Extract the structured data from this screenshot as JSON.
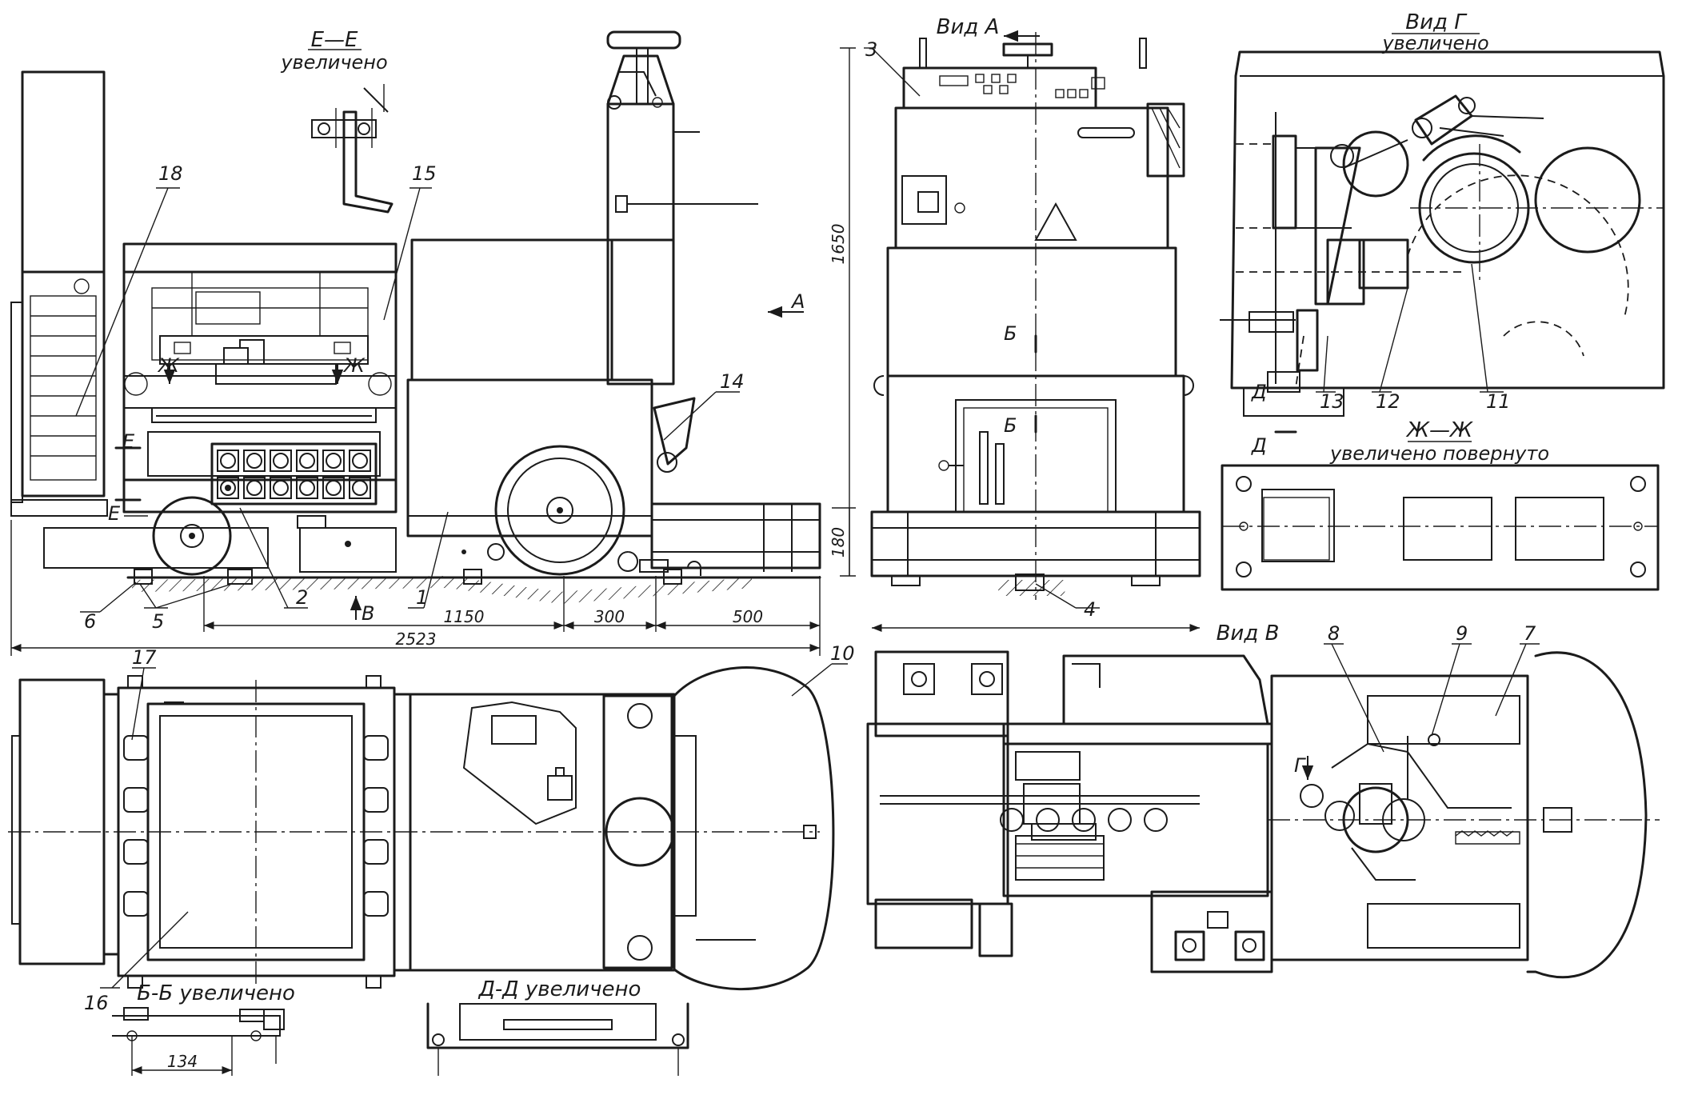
{
  "sections": {
    "ee_title": "Е—Е",
    "ee_sub": "увеличено",
    "vid_a": "Вид А",
    "vid_g_title": "Вид Г",
    "vid_g_sub": "увеличено",
    "zhzh_title": "Ж—Ж",
    "zhzh_sub": "увеличено повернуто",
    "vid_v": "Вид В",
    "bb_enl": "Б-Б увеличено",
    "dd_enl": "Д-Д увеличено"
  },
  "markers": {
    "a": "А",
    "b1": "Б",
    "b2": "Б",
    "v": "В",
    "g": "Г",
    "d1": "Д",
    "d2": "Д",
    "e1": "Е",
    "e2": "Е",
    "zh1": "Ж",
    "zh2": "Ж"
  },
  "callouts": {
    "c1": "1",
    "c2": "2",
    "c3": "3",
    "c4": "4",
    "c5": "5",
    "c6": "6",
    "c7": "7",
    "c8": "8",
    "c9": "9",
    "c10": "10",
    "c11": "11",
    "c12": "12",
    "c13": "13",
    "c14": "14",
    "c15": "15",
    "c16": "16",
    "c17": "17",
    "c18": "18"
  },
  "dimensions": {
    "d1650": "1650",
    "d180": "180",
    "d1150": "1150",
    "d300": "300",
    "d500": "500",
    "d2523": "2523",
    "d134": "134"
  }
}
